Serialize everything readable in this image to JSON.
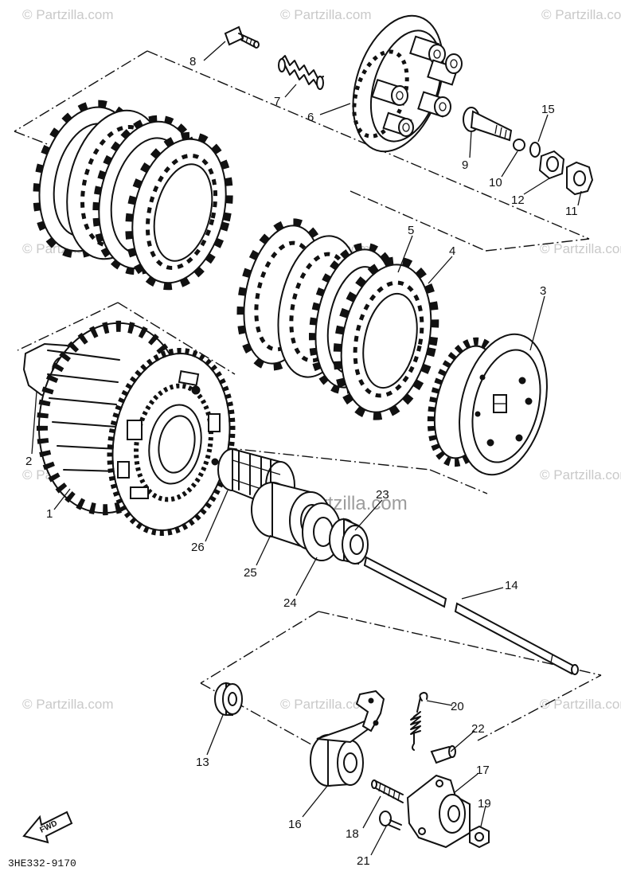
{
  "watermarks": {
    "small": "© Partzilla.com",
    "large": "© Partzilla.com"
  },
  "fwd_label": "FWD",
  "drawing_code": "3HE332-9170",
  "callouts": [
    {
      "id": "1",
      "label": "1"
    },
    {
      "id": "2",
      "label": "2"
    },
    {
      "id": "3",
      "label": "3"
    },
    {
      "id": "4",
      "label": "4"
    },
    {
      "id": "5",
      "label": "5"
    },
    {
      "id": "6",
      "label": "6"
    },
    {
      "id": "7",
      "label": "7"
    },
    {
      "id": "8",
      "label": "8"
    },
    {
      "id": "9",
      "label": "9"
    },
    {
      "id": "10",
      "label": "10"
    },
    {
      "id": "11",
      "label": "11"
    },
    {
      "id": "12",
      "label": "12"
    },
    {
      "id": "13",
      "label": "13"
    },
    {
      "id": "14",
      "label": "14"
    },
    {
      "id": "15",
      "label": "15"
    },
    {
      "id": "16",
      "label": "16"
    },
    {
      "id": "17",
      "label": "17"
    },
    {
      "id": "18",
      "label": "18"
    },
    {
      "id": "19",
      "label": "19"
    },
    {
      "id": "20",
      "label": "20"
    },
    {
      "id": "21",
      "label": "21"
    },
    {
      "id": "22",
      "label": "22"
    },
    {
      "id": "23",
      "label": "23"
    },
    {
      "id": "24",
      "label": "24"
    },
    {
      "id": "25",
      "label": "25"
    },
    {
      "id": "26",
      "label": "26"
    }
  ]
}
